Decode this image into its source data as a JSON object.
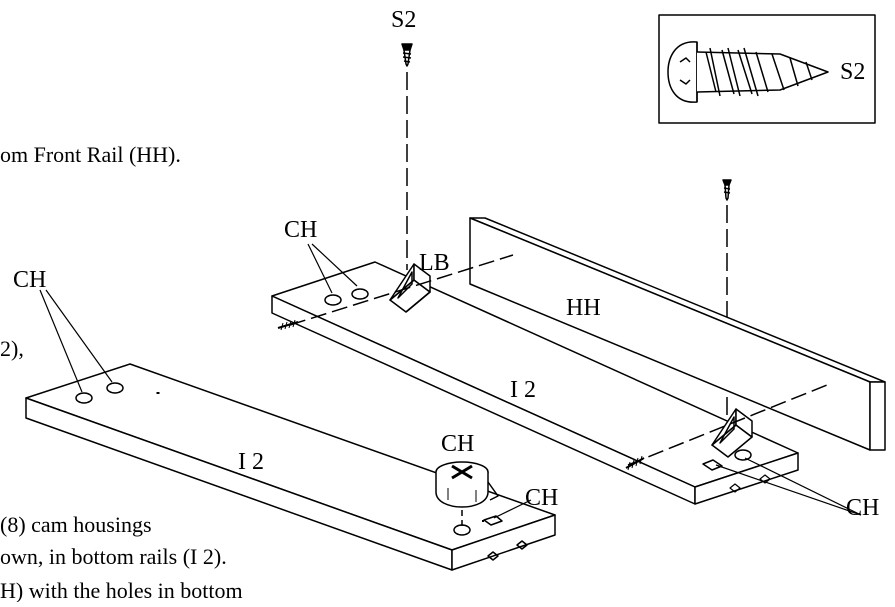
{
  "instructions": {
    "line1": "om Front Rail (HH).",
    "line2": "2),",
    "line3": "(8) cam housings",
    "line4": "own, in bottom rails (I 2).",
    "line5": "H) with the holes in bottom"
  },
  "parts": {
    "screw_top": "S2",
    "screw_inset": "S2",
    "ch_upper_rail": "CH",
    "ch_left": "CH",
    "ch_cam": "CH",
    "ch_front": "CH",
    "ch_right": "CH",
    "lb": "LB",
    "hh": "HH",
    "rail_back": "I 2",
    "rail_front": "I 2"
  },
  "colors": {
    "ink": "#000000",
    "paper": "#ffffff"
  }
}
